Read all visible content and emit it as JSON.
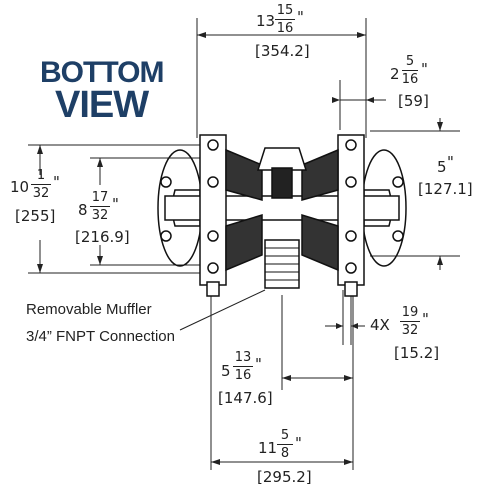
{
  "title": {
    "line1": "BOTTOM",
    "line2": "VIEW"
  },
  "colors": {
    "title": "#1e3f66",
    "line": "#222222"
  },
  "dimensions": {
    "overall_width": {
      "whole": "13",
      "num": "15",
      "den": "16",
      "unit": "\"",
      "metric": "[354.2]"
    },
    "top_offset": {
      "whole": "2",
      "num": "5",
      "den": "16",
      "unit": "\"",
      "metric": "[59]"
    },
    "overall_height": {
      "whole": "10",
      "num": "1",
      "den": "32",
      "unit": "\"",
      "metric": "[255]"
    },
    "inner_height": {
      "whole": "8",
      "num": "17",
      "den": "32",
      "unit": "\"",
      "metric": "[216.9]"
    },
    "bolt_height": {
      "whole": "5",
      "unit": "\"",
      "metric": "[127.1]"
    },
    "hole_diameter": {
      "prefix": "4X",
      "num": "19",
      "den": "32",
      "unit": "\"",
      "metric": "[15.2]"
    },
    "half_width": {
      "whole": "5",
      "num": "13",
      "den": "16",
      "unit": "\"",
      "metric": "[147.6]"
    },
    "base_width": {
      "whole": "11",
      "num": "5",
      "den": "8",
      "unit": "\"",
      "metric": "[295.2]"
    }
  },
  "callout": {
    "line1": "Removable Muffler",
    "line2": "3/4” FNPT Connection"
  }
}
